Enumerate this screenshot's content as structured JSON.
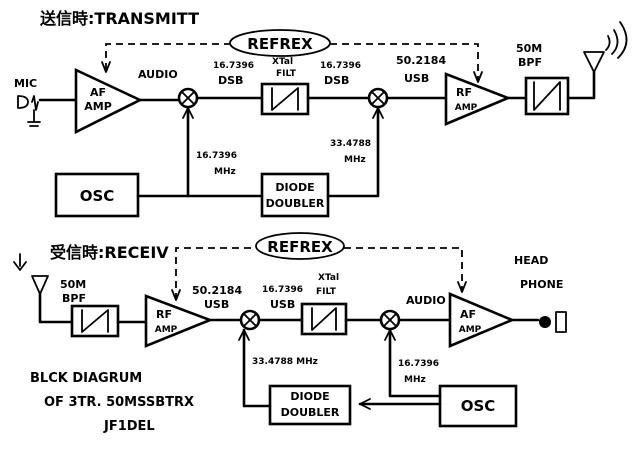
{
  "tx": {
    "header": "送信時:TRANSMITT",
    "refrex": "REFREX",
    "mic": "MIC",
    "af_amp_1": "AF",
    "af_amp_2": "AMP",
    "audio": "AUDIO",
    "dsb_freq_1": "16.7396",
    "dsb_1": "DSB",
    "xtal_1": "XTal",
    "filt": "FILT",
    "dsb_freq_2": "16.7396",
    "dsb_2": "DSB",
    "usb_freq": "50.2184",
    "usb": "USB",
    "rf_amp_1": "RF",
    "rf_amp_2": "AMP",
    "bpf_1": "50M",
    "bpf_2": "BPF",
    "osc": "OSC",
    "osc_freq": "16.7396",
    "osc_unit": "MHz",
    "dbl_freq": "33.4788",
    "dbl_unit": "MHz",
    "diode": "DIODE",
    "doubler": "DOUBLER"
  },
  "rx": {
    "header": "受信時:RECEIV",
    "refrex": "REFREX",
    "bpf_1": "50M",
    "bpf_2": "BPF",
    "rf_amp_1": "RF",
    "rf_amp_2": "AMP",
    "usb_freq": "50.2184",
    "usb": "USB",
    "filt_freq": "16.7396",
    "usb_2": "USB",
    "xtal": "XTal",
    "filt": "FILT",
    "audio": "AUDIO",
    "af_amp_1": "AF",
    "af_amp_2": "AMP",
    "head": "HEAD",
    "phone": "PHONE",
    "dbl_freq": "33.4788 MHz",
    "diode": "DIODE",
    "doubler": "DOUBLER",
    "osc": "OSC",
    "osc_freq": "16.7396",
    "osc_unit": "MHz"
  },
  "caption": {
    "line1": "BLCK DIAGRUM",
    "line2": "OF 3TR. 50MSSBTRX",
    "line3": "JF1DEL"
  }
}
